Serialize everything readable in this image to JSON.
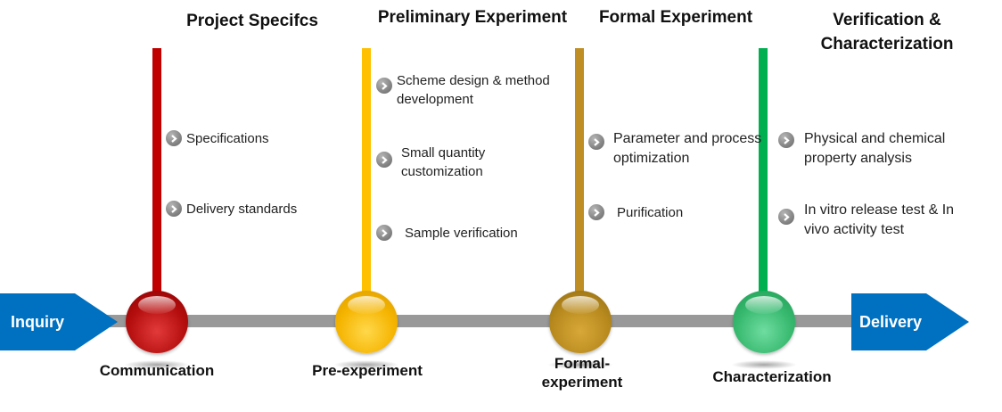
{
  "start": {
    "label": "Inquiry"
  },
  "end": {
    "label": "Delivery"
  },
  "stages": [
    {
      "title": "Project Specifcs",
      "color": "#c00000",
      "node_label": "Communication",
      "items": [
        "Specifications",
        "Delivery standards"
      ]
    },
    {
      "title": "Preliminary Experiment",
      "color": "#ffc000",
      "node_label": "Pre-experiment",
      "items": [
        "Scheme design & method development",
        "Small quantity customization",
        "Sample verification"
      ]
    },
    {
      "title": "Formal Experiment",
      "color": "#bf8f26",
      "node_label": "Formal-experiment",
      "items": [
        "Parameter and process optimization",
        "Purification"
      ]
    },
    {
      "title": "Verification & Characterization",
      "color": "#00b050",
      "node_label": "Characterization",
      "items": [
        "Physical and chemical property analysis",
        "In vitro release test & In vivo activity test"
      ]
    }
  ],
  "colors": {
    "track": "#999999",
    "arrow": "#0070c0",
    "bullet": "#7f7f7f"
  }
}
